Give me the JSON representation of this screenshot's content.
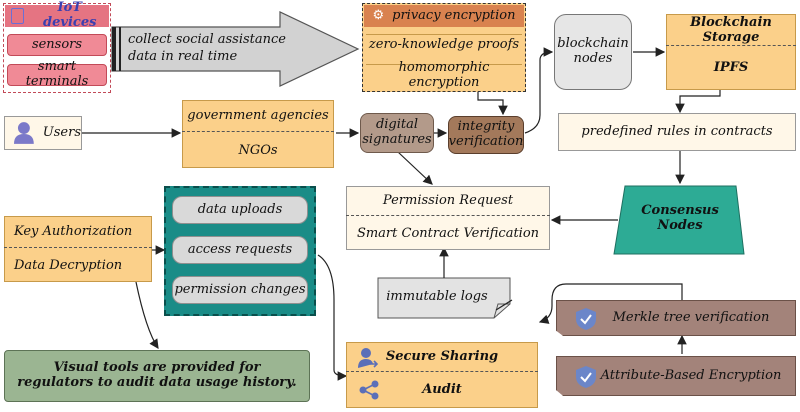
{
  "iot": {
    "title": "IoT devices",
    "items": [
      "sensors",
      "smart terminals"
    ]
  },
  "collect_arrow": {
    "text": "collect social assistance data in real time"
  },
  "privacy": {
    "title": "privacy encryption",
    "items": [
      "zero-knowledge proofs",
      "homomorphic encryption"
    ]
  },
  "blockchain_nodes": {
    "label": "blockchain nodes"
  },
  "storage": {
    "title": "Blockchain Storage",
    "subtitle": "IPFS"
  },
  "users": {
    "label": "Users"
  },
  "agencies": {
    "top": "government agencies",
    "bottom": "NGOs"
  },
  "digital_signatures": {
    "label": "digital signatures"
  },
  "integrity": {
    "label": "integrity verification"
  },
  "rules": {
    "label": "predefined rules in contracts"
  },
  "consensus": {
    "label": "Consensus Nodes"
  },
  "permission": {
    "top": "Permission Request",
    "bottom": "Smart Contract Verification"
  },
  "key": {
    "top": "Key Authorization",
    "bottom": "Data Decryption"
  },
  "actions": {
    "items": [
      "data uploads",
      "access requests",
      "permission changes"
    ]
  },
  "logs": {
    "label": "immutable logs"
  },
  "merkle": {
    "label": "Merkle tree verification"
  },
  "abe": {
    "label": "Attribute-Based Encryption"
  },
  "secure": {
    "top": "Secure Sharing",
    "bottom": "Audit"
  },
  "visual": {
    "label": "Visual tools are provided for regulators to audit data usage history."
  },
  "colors": {
    "iot_fill": "#f08a96",
    "privacy_fill": "#fbd08a",
    "privacy_title": "#d9824f",
    "orange_fill": "#fbd08a",
    "cream_fill": "#fff7e8",
    "teal": "#2dab95",
    "teal_box": "#1a8c87",
    "taupe": "#b39a8a",
    "brown": "#a3795b",
    "grey_box": "#e3e3e3",
    "green_box": "#9bb592",
    "shield_blue": "#6b86c9"
  }
}
